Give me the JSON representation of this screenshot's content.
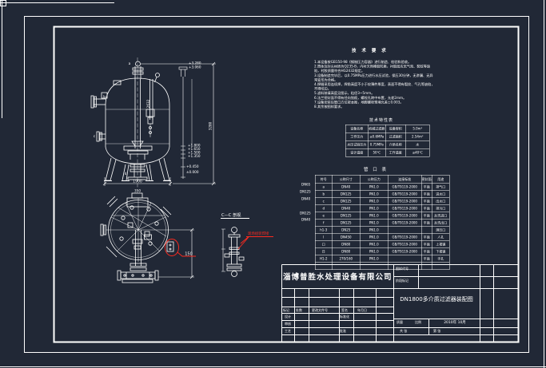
{
  "colors": {
    "background": "#212836",
    "line": "#ffffff",
    "red": "#ff2a1e"
  },
  "notes": {
    "title": "技 术 要 求",
    "items": [
      "1.本设备按GB150-98《钢制压力容器》进行制造、检验和验收。",
      "2.筒体及封头材质为Q235-B，内衬天然橡胶防腐，衬胶层应无气泡、裂纹等缺陷，衬胶质量符合HG2432规定。",
      "3.设备制造完毕后，以0.75MPa压力进行水压试验，保压30分钟，无渗漏、无异常变形为合格。",
      "4.焊缝采用连续焊，焊角高度不小于较薄件厚度，表面不得有裂纹、气孔等缺陷，不得咬边。",
      "5.滤料装填高度见图示，粒径3~5mm。",
      "6.法兰密封面不得有径向划痕，螺栓孔跨中布置，允差2mm。",
      "7.设备安装后管口方位按本图，地脚螺栓预埋允差±0.003。",
      "8.其余按图样要求。"
    ]
  },
  "spec_table": {
    "title": "技术特性表",
    "rows": [
      [
        "设备名称",
        "机械过滤器",
        "设备容积",
        "5.0m³"
      ],
      [
        "工作压力",
        "≤0.6MPa",
        "过滤面积",
        "2.54m²"
      ],
      [
        "水压试验压力",
        "0.75MPa",
        "介质名称",
        "水"
      ],
      [
        "设计温度",
        "50℃",
        "工作温度",
        "≤40℃"
      ]
    ]
  },
  "nozzle_table": {
    "title": "管 口 表",
    "headers": [
      "符号",
      "公称尺寸",
      "公称压力",
      "连接标准",
      "密封面",
      "用途"
    ],
    "rows": [
      [
        "a",
        "DN40",
        "PN1.0",
        "GB/T9119-2000",
        "平面",
        "排气口"
      ],
      [
        "b",
        "DN125",
        "PN1.0",
        "GB/T9119-2000",
        "平面",
        "进水口"
      ],
      [
        "c",
        "DN125",
        "PN1.0",
        "GB/T9119-2000",
        "平面",
        "出水口"
      ],
      [
        "d",
        "DN40",
        "PN1.0",
        "GB/T9119-2000",
        "平面",
        "排污口"
      ],
      [
        "e",
        "DN125",
        "PN1.0",
        "GB/T9119-2000",
        "平面",
        "反洗进口"
      ],
      [
        "f",
        "DN125",
        "PN1.0",
        "GB/T9119-2000",
        "平面",
        "反洗出口"
      ],
      [
        "h1-3",
        "DN25",
        "PN1.0",
        "",
        "",
        "测压口"
      ],
      [
        "I",
        "DN450",
        "PN1.0",
        "GB/T9119-2000",
        "平面",
        "人孔"
      ],
      [
        "口",
        "DN80",
        "PN1.0",
        "GB/T9119-2000",
        "平面",
        "上视镜"
      ],
      [
        "日",
        "DN80",
        "PN1.0",
        "GB/T9119-2000",
        "平面",
        "下视镜"
      ],
      [
        "H1-2",
        "270/160",
        "PN1.0",
        "",
        "平面",
        "手孔"
      ],
      [
        "",
        "",
        "",
        "",
        "",
        ""
      ]
    ],
    "side_labels": [
      "DN65",
      "DN125",
      "DN40",
      "DN125",
      "DN40"
    ]
  },
  "title_block": {
    "company": "淄博普胜水处理设备有限公司",
    "drawing_title": "DN1800多介质过滤器装配图",
    "stamp_top": "图样代号",
    "stamp_bottom": "阶段标记",
    "row_labels": [
      "标记",
      "处数",
      "更改文件号",
      "签名",
      "年月日"
    ],
    "design": "设计",
    "check": "审核",
    "process": "工艺",
    "standard": "标准化",
    "approve": "批准",
    "quality": "质量",
    "scale": "比例",
    "sheets_total": "共  张",
    "sheet_no": "第  张",
    "date": "2010年 10月"
  },
  "front_view": {
    "dim_width": "1900",
    "dim_total_height": "3280",
    "dim_inner_height": "2632",
    "elev_top": [
      "+3.280",
      "+3.060"
    ],
    "elev_mid": [
      "+1.800",
      "+1.650",
      "+1.500",
      "+1.350"
    ],
    "elev_low": [
      "+0.450",
      "±0.000"
    ],
    "mark_a": "a",
    "mark_b": "b",
    "mark_c": "c",
    "mark_d": "d"
  },
  "plan_view": {
    "top_dim": "350",
    "red_dim": "150"
  },
  "detail_view": {
    "label": "C—C 剖视",
    "red_note": "现场组装焊接"
  }
}
